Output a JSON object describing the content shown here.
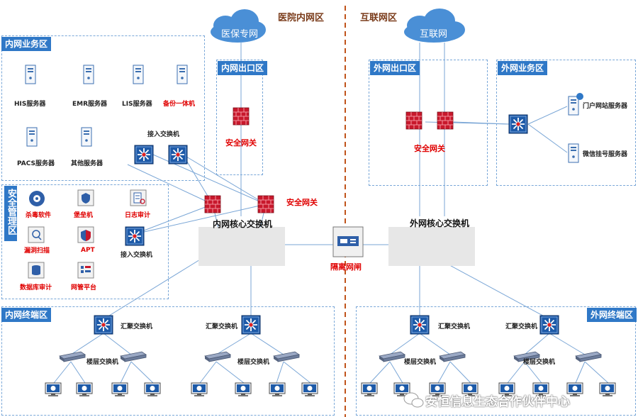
{
  "headers": {
    "hospital": "医院内网区",
    "internet": "互联网区"
  },
  "clouds": {
    "medical": "医保专网",
    "internet": "互联网"
  },
  "zones": {
    "intranet_business": "内网业务区",
    "intranet_exit": "内网出口区",
    "security": "安全管理区",
    "extranet_exit": "外网出口区",
    "extranet_business": "外网业务区",
    "intranet_terminal": "内网终端区",
    "extranet_terminal": "外网终端区"
  },
  "servers": [
    "HIS服务器",
    "EMR服务器",
    "LIS服务器",
    "备份一体机",
    "PACS服务器",
    "其他服务器"
  ],
  "security_items": [
    "杀毒软件",
    "堡垒机",
    "日志审计",
    "漏洞扫描",
    "APT",
    "接入交换机",
    "数据库审计",
    "网管平台"
  ],
  "labels": {
    "access_switch": "接入交换机",
    "gateway": "安全网关",
    "core_in": "内网核心交换机",
    "core_out": "外网核心交换机",
    "isolation": "隔离网闸",
    "aggregation": "汇聚交换机",
    "floor": "楼层交换机",
    "portal_server": "门户网站服务器",
    "wechat_server": "微信挂号服务器"
  },
  "watermark": "安恒信息生态合作伙伴中心"
}
